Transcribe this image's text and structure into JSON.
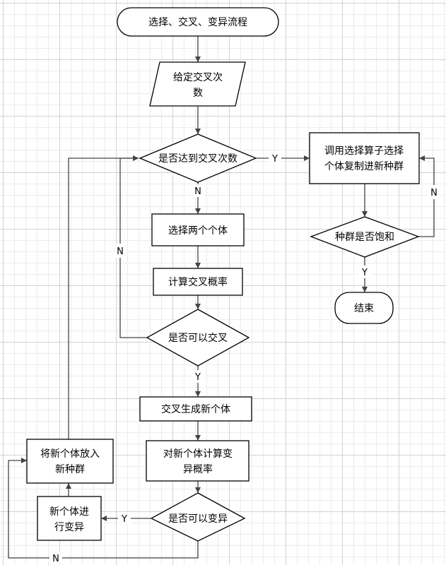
{
  "nodes": {
    "start": "选择、交叉、变异流程",
    "given_line1": "给定交叉次",
    "given_line2": "数",
    "reached": "是否达到交叉次数",
    "select_two": "选择两个个体",
    "calc_cross": "计算交叉概率",
    "can_cross": "是否可以交叉",
    "cross_gen": "交叉生成新个体",
    "calc_mut_line1": "对新个体计算变",
    "calc_mut_line2": "异概率",
    "can_mut": "是否可以变异",
    "mutate_line1": "新个体进",
    "mutate_line2": "行变异",
    "put_new_line1": "将新个体放入",
    "put_new_line2": "新种群",
    "call_sel_line1": "调用选择算子选择",
    "call_sel_line2": "个体复制进新种群",
    "saturated": "种群是否饱和",
    "end": "结束"
  },
  "edges": {
    "reached_yes": "Y",
    "reached_no": "N",
    "cross_no": "N",
    "cross_yes": "Y",
    "mut_yes": "Y",
    "mut_no": "N",
    "sat_no": "N",
    "sat_yes": "Y"
  }
}
